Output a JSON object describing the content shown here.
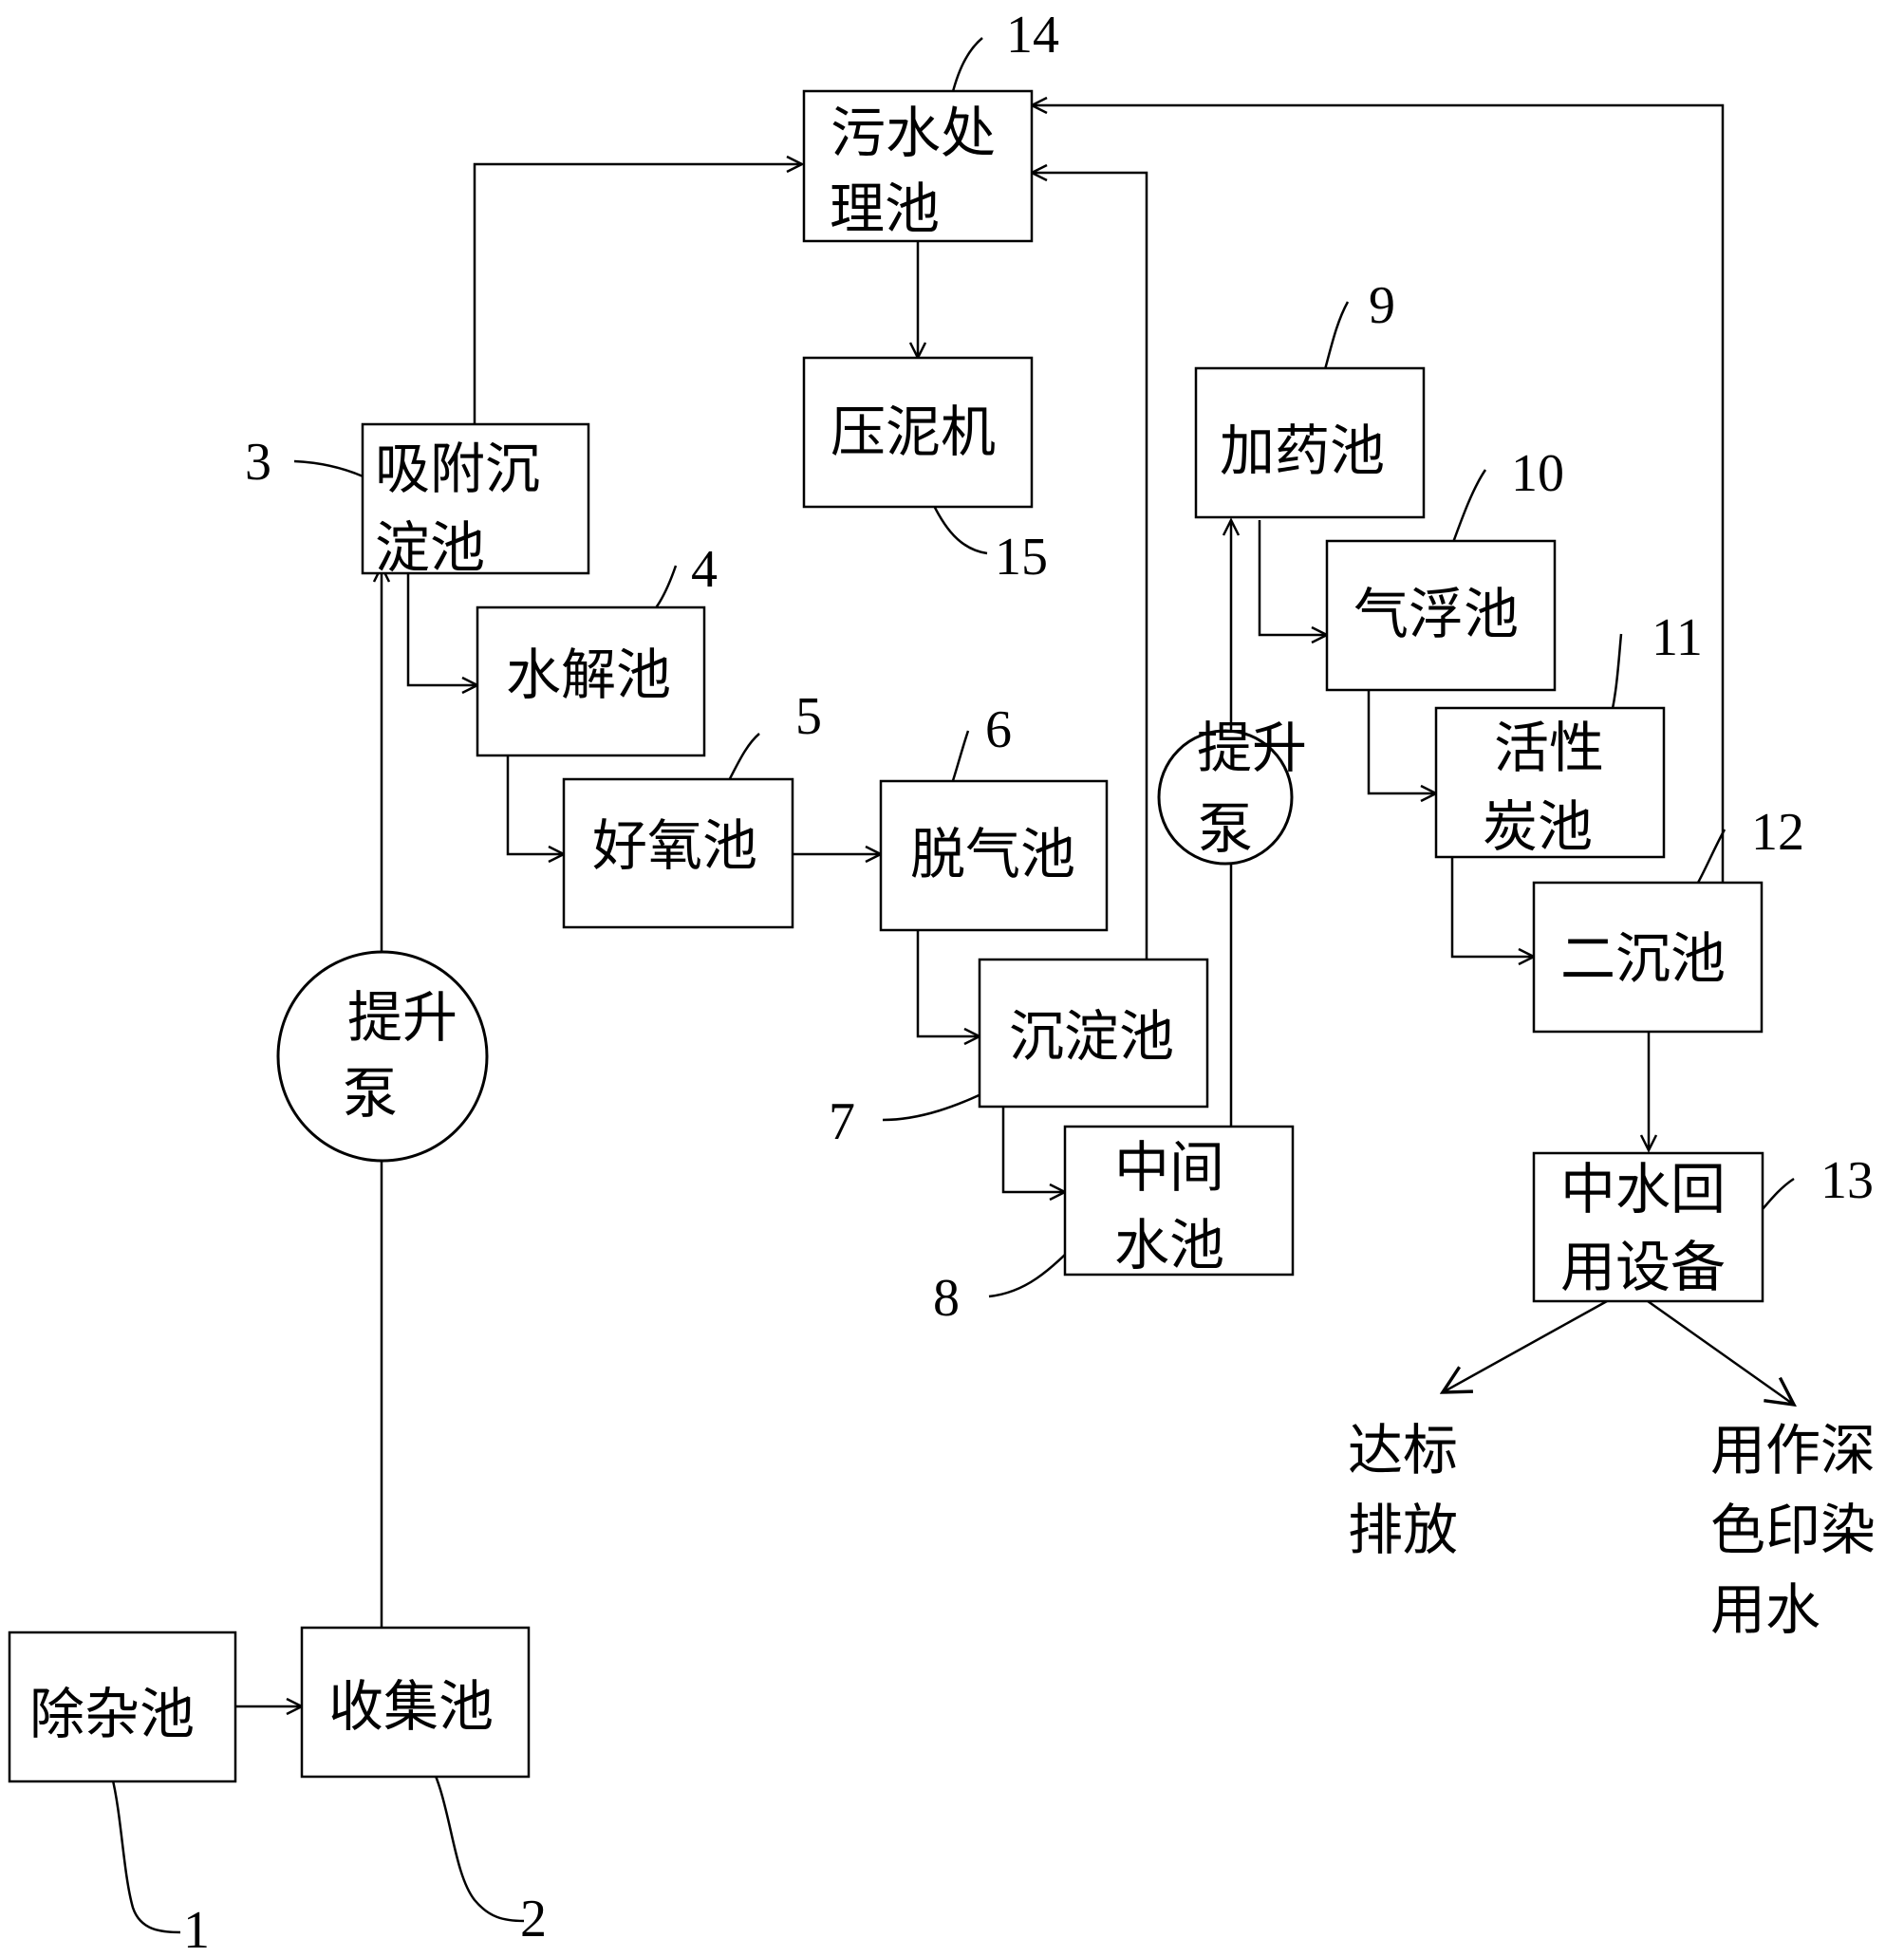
{
  "boxes": {
    "b1": {
      "lines": [
        "除杂池"
      ]
    },
    "b2": {
      "lines": [
        "收集池"
      ]
    },
    "b3": {
      "lines": [
        "吸附沉",
        "淀池"
      ]
    },
    "b4": {
      "lines": [
        "水解池"
      ]
    },
    "b5": {
      "lines": [
        "好氧池"
      ]
    },
    "b6": {
      "lines": [
        "脱气池"
      ]
    },
    "b7": {
      "lines": [
        "沉淀池"
      ]
    },
    "b8": {
      "lines": [
        "中间",
        "水池"
      ]
    },
    "b9": {
      "lines": [
        "加药池"
      ]
    },
    "b10": {
      "lines": [
        "气浮池"
      ]
    },
    "b11": {
      "lines": [
        "活性",
        "炭池"
      ]
    },
    "b12": {
      "lines": [
        "二沉池"
      ]
    },
    "b13": {
      "lines": [
        "中水回",
        "用设备"
      ]
    },
    "b14": {
      "lines": [
        "污水处",
        "理池"
      ]
    },
    "b15": {
      "lines": [
        "压泥机"
      ]
    }
  },
  "pumps": {
    "p1": {
      "lines": [
        "提升",
        "泵"
      ]
    },
    "p2": {
      "lines": [
        "提升",
        "泵"
      ]
    }
  },
  "outputs": {
    "o1": {
      "lines": [
        "达标",
        "排放"
      ]
    },
    "o2": {
      "lines": [
        "用作深",
        "色印染",
        "用水"
      ]
    }
  },
  "numbers": {
    "n1": "1",
    "n2": "2",
    "n3": "3",
    "n4": "4",
    "n5": "5",
    "n6": "6",
    "n7": "7",
    "n8": "8",
    "n9": "9",
    "n10": "10",
    "n11": "11",
    "n12": "12",
    "n13": "13",
    "n14": "14",
    "n15": "15"
  }
}
